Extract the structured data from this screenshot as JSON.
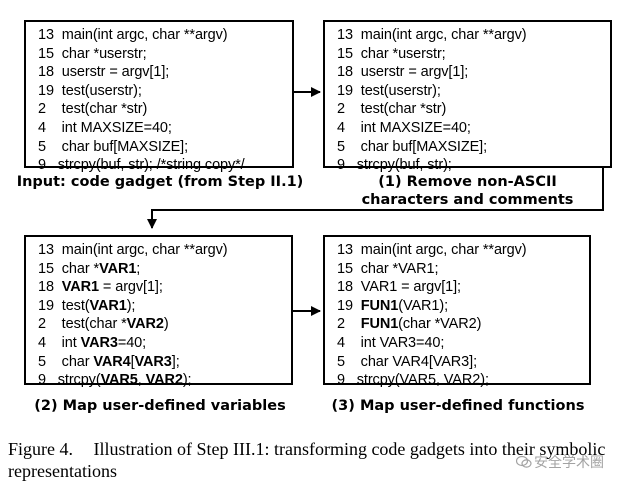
{
  "boxes": {
    "input": {
      "lines": [
        [
          {
            "t": "13  main(int argc, char **argv)"
          }
        ],
        [
          {
            "t": "15  char *userstr;"
          }
        ],
        [
          {
            "t": "18  userstr = argv[1];"
          }
        ],
        [
          {
            "t": "19  test(userstr);"
          }
        ],
        [
          {
            "t": "2    test(char *str)"
          }
        ],
        [
          {
            "t": "4    int MAXSIZE=40;"
          }
        ],
        [
          {
            "t": "5    char buf[MAXSIZE];"
          }
        ],
        [
          {
            "t": "9   strcpy(buf, str); /*string copy*/"
          }
        ]
      ],
      "caption": "Input: code gadget (from Step II.1)"
    },
    "step1": {
      "lines": [
        [
          {
            "t": "13  main(int argc, char **argv)"
          }
        ],
        [
          {
            "t": "15  char *userstr;"
          }
        ],
        [
          {
            "t": "18  userstr = argv[1];"
          }
        ],
        [
          {
            "t": "19  test(userstr);"
          }
        ],
        [
          {
            "t": "2    test(char *str)"
          }
        ],
        [
          {
            "t": "4    int MAXSIZE=40;"
          }
        ],
        [
          {
            "t": "5    char buf[MAXSIZE];"
          }
        ],
        [
          {
            "t": "9   strcpy(buf, str);"
          }
        ]
      ],
      "caption_line1": "(1) Remove non-ASCII",
      "caption_line2": "characters and comments"
    },
    "step2": {
      "lines": [
        [
          {
            "t": "13  main(int argc, char **argv)"
          }
        ],
        [
          {
            "t": "15  char *"
          },
          {
            "t": "VAR1",
            "b": true
          },
          {
            "t": ";"
          }
        ],
        [
          {
            "t": "18  "
          },
          {
            "t": "VAR1",
            "b": true
          },
          {
            "t": " = argv[1];"
          }
        ],
        [
          {
            "t": "19  test("
          },
          {
            "t": "VAR1",
            "b": true
          },
          {
            "t": ");"
          }
        ],
        [
          {
            "t": "2    test(char *"
          },
          {
            "t": "VAR2",
            "b": true
          },
          {
            "t": ")"
          }
        ],
        [
          {
            "t": "4    int "
          },
          {
            "t": "VAR3",
            "b": true
          },
          {
            "t": "=40;"
          }
        ],
        [
          {
            "t": "5    char "
          },
          {
            "t": "VAR4",
            "b": true
          },
          {
            "t": "["
          },
          {
            "t": "VAR3",
            "b": true
          },
          {
            "t": "];"
          }
        ],
        [
          {
            "t": "9   strcpy("
          },
          {
            "t": "VAR5",
            "b": true
          },
          {
            "t": ", "
          },
          {
            "t": "VAR2",
            "b": true
          },
          {
            "t": ");"
          }
        ]
      ],
      "caption": "(2) Map user-defined variables"
    },
    "step3": {
      "lines": [
        [
          {
            "t": "13  main(int argc, char **argv)"
          }
        ],
        [
          {
            "t": "15  char *VAR1;"
          }
        ],
        [
          {
            "t": "18  VAR1 = argv[1];"
          }
        ],
        [
          {
            "t": "19  "
          },
          {
            "t": "FUN1",
            "b": true
          },
          {
            "t": "(VAR1);"
          }
        ],
        [
          {
            "t": "2    "
          },
          {
            "t": "FUN1",
            "b": true
          },
          {
            "t": "(char *VAR2)"
          }
        ],
        [
          {
            "t": "4    int VAR3=40;"
          }
        ],
        [
          {
            "t": "5    char VAR4[VAR3];"
          }
        ],
        [
          {
            "t": "9   strcpy(VAR5, VAR2);"
          }
        ]
      ],
      "caption": "(3) Map user-defined functions"
    }
  },
  "figure_caption": {
    "label": "Figure 4.",
    "text": "Illustration of Step III.1: transforming code gadgets into their symbolic representations"
  },
  "watermark": "安全学术圈"
}
